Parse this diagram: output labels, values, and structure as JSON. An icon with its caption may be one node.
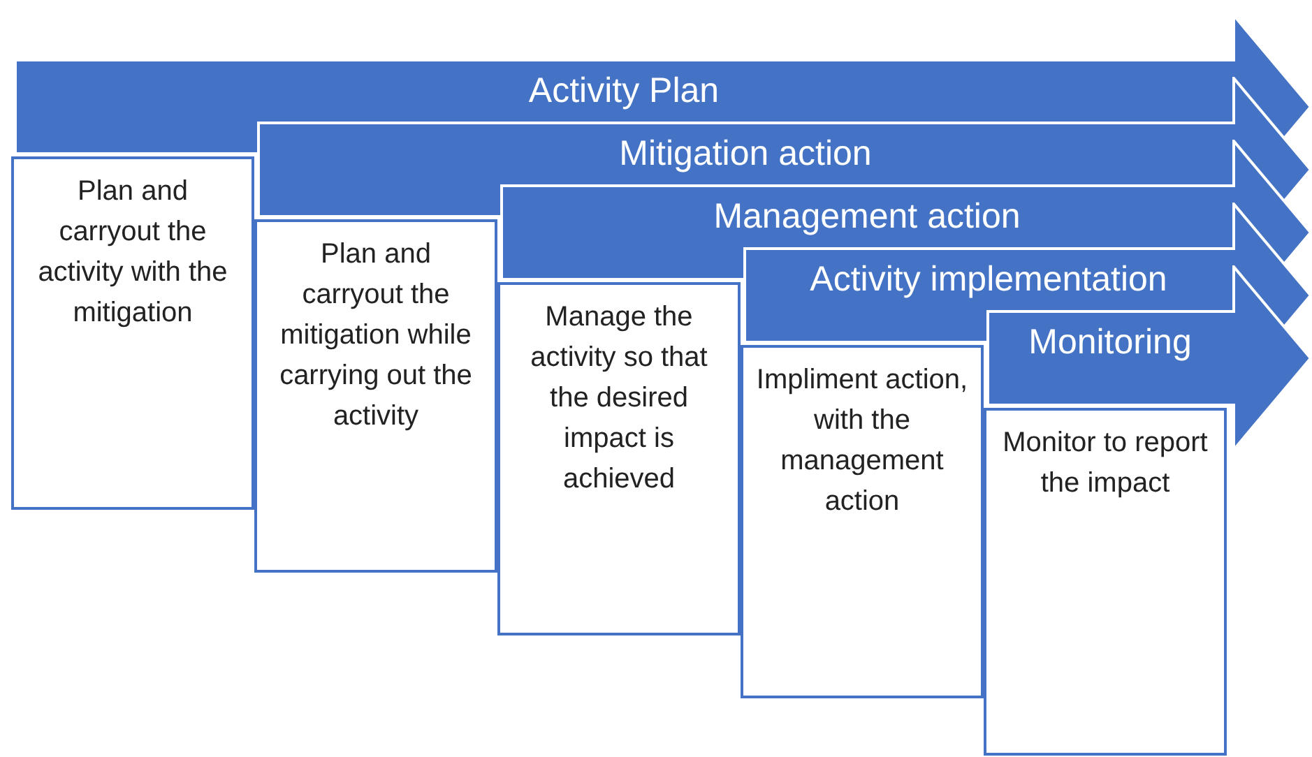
{
  "diagram": {
    "nodes": [
      {
        "text": [
          "Activity Plan"
        ]
      },
      {
        "text": [
          "Plan and carryout the activity with the mitigation"
        ]
      },
      {
        "text": [
          "Mitigation action"
        ]
      },
      {
        "text": [
          "Plan and carryout the mitigation while carrying out the activity"
        ]
      },
      {
        "text": [
          "Management action"
        ]
      },
      {
        "text": [
          "Manage the activity so that the desired impact is achieved"
        ]
      },
      {
        "text": [
          "Activity implementation"
        ]
      },
      {
        "text": [
          "Impliment action, with the management action"
        ]
      },
      {
        "text": [
          "Monitoring"
        ]
      },
      {
        "text": [
          "Monitor to report the impact"
        ]
      }
    ]
  }
}
